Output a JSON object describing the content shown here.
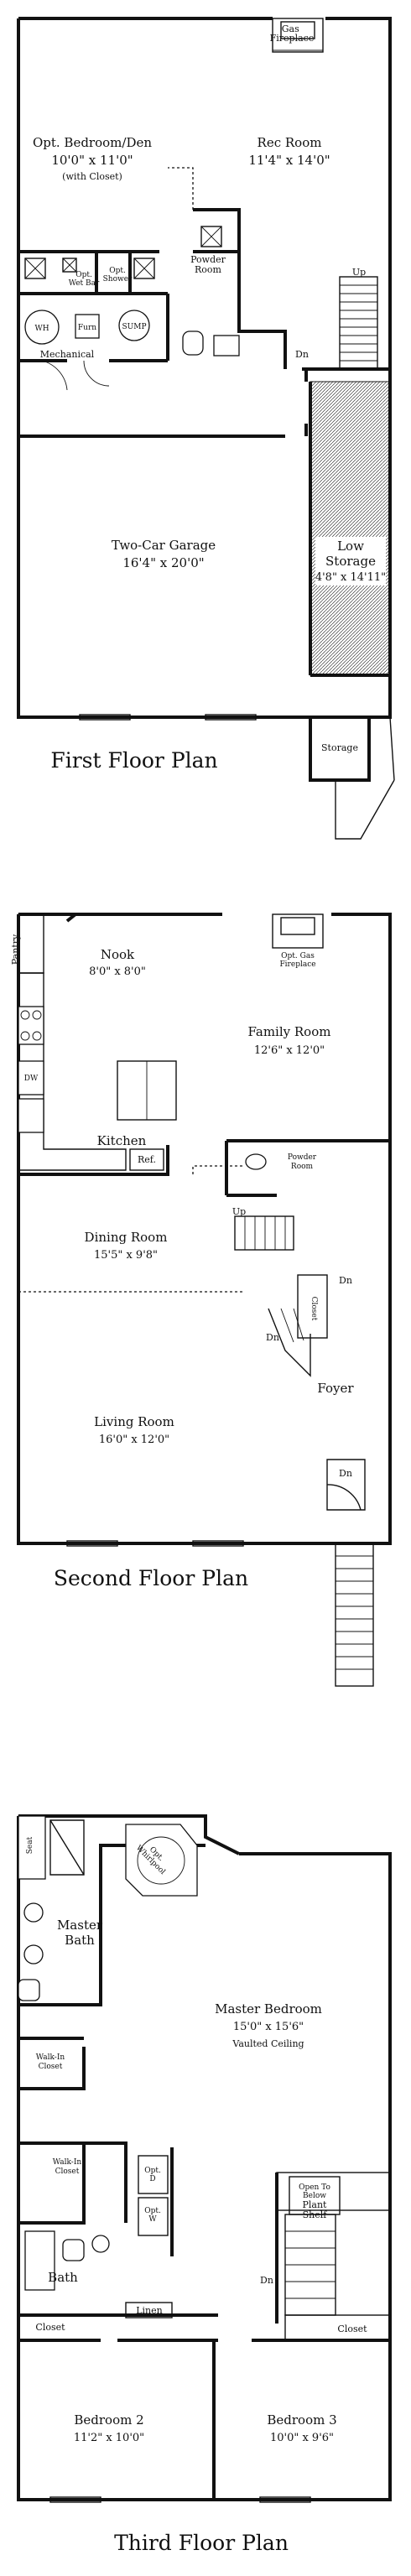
{
  "floors": [
    {
      "title": "First Floor Plan",
      "rooms": {
        "gas_fireplace": "Gas\nFireplace",
        "opt_bedroom": "Opt. Bedroom/Den",
        "opt_bedroom_dim": "10'0\" x 11'0\"",
        "opt_bedroom_note": "(with Closet)",
        "rec_room": "Rec Room",
        "rec_room_dim": "11'4\" x 14'0\"",
        "opt_wet_bar": "Opt.\nWet Bar",
        "opt_shower": "Opt.\nShower",
        "powder_room": "Powder\nRoom",
        "wh": "WH",
        "furn": "Furn",
        "sump": "SUMP",
        "mechanical": "Mechanical",
        "up": "Up",
        "dn": "Dn",
        "garage": "Two-Car Garage",
        "garage_dim": "16'4\" x 20'0\"",
        "low_storage": "Low\nStorage",
        "low_storage_dim": "4'8\" x 14'11\"",
        "storage": "Storage"
      }
    },
    {
      "title": "Second Floor Plan",
      "rooms": {
        "pantry": "Pantry",
        "nook": "Nook",
        "nook_dim": "8'0\" x 8'0\"",
        "opt_gas_fireplace": "Opt. Gas\nFireplace",
        "family_room": "Family Room",
        "family_room_dim": "12'6\" x 12'0\"",
        "dw": "DW",
        "kitchen": "Kitchen",
        "ref": "Ref.",
        "powder_room": "Powder\nRoom",
        "up": "Up",
        "dining_room": "Dining Room",
        "dining_room_dim": "15'5\" x 9'8\"",
        "closet": "Closet",
        "dn": "Dn",
        "foyer": "Foyer",
        "living_room": "Living Room",
        "living_room_dim": "16'0\" x 12'0\""
      }
    },
    {
      "title": "Third Floor Plan",
      "rooms": {
        "seat": "Seat",
        "opt_whirlpool": "Opt.\nWhirlpool",
        "master_bath": "Master\nBath",
        "master_bedroom": "Master Bedroom",
        "master_bedroom_dim": "15'0\" x 15'6\"",
        "vaulted": "Vaulted Ceiling",
        "walkin_closet_1": "Walk-In\nCloset",
        "walkin_closet_2": "Walk-In\nCloset",
        "opt_d": "Opt.\nD",
        "opt_w": "Opt.\nW",
        "open_to_below": "Open To\nBelow",
        "plant_shelf": "Plant\nShelf",
        "bath": "Bath",
        "dn": "Dn",
        "linen": "Linen",
        "closet_left": "Closet",
        "closet_right": "Closet",
        "bedroom2": "Bedroom 2",
        "bedroom2_dim": "11'2\" x 10'0\"",
        "bedroom3": "Bedroom 3",
        "bedroom3_dim": "10'0\" x 9'6\""
      }
    }
  ]
}
